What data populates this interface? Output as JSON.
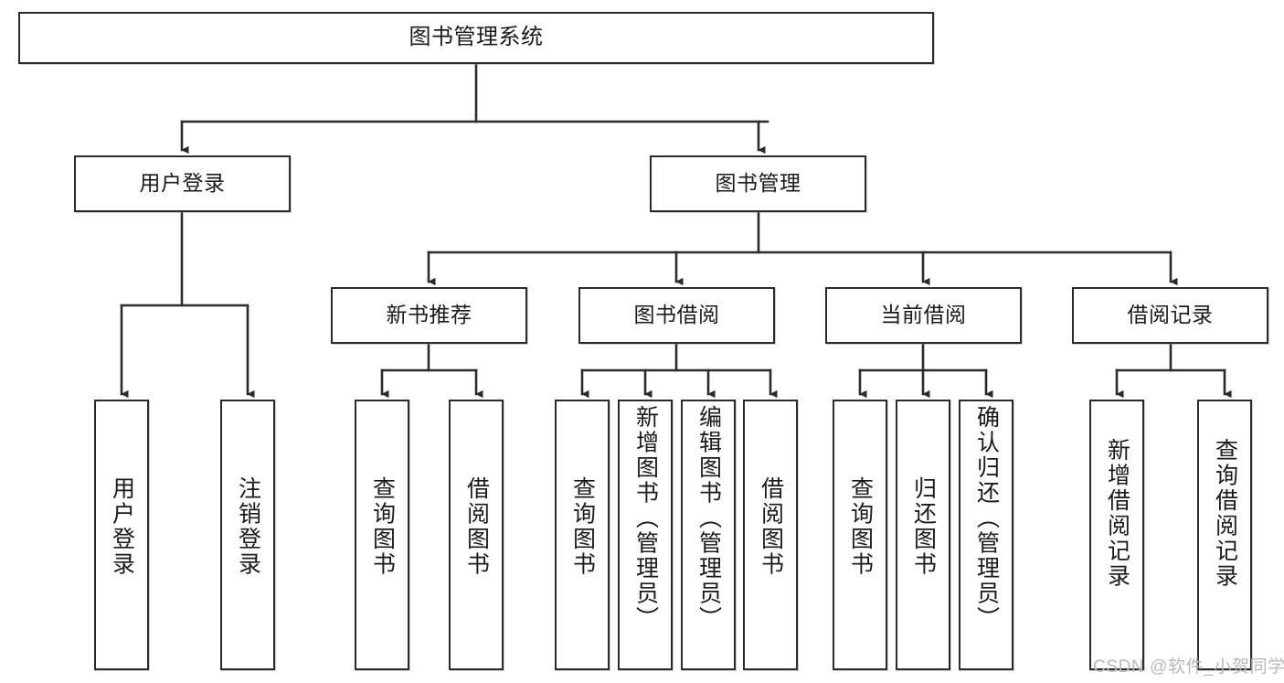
{
  "diagram": {
    "title": "图书管理系统",
    "type": "functional-structure-tree",
    "orientation": "top-down",
    "line_color": "#2b2b2b",
    "box_fill": "#ffffff",
    "text_color": "#1a1a1a"
  },
  "watermark": {
    "text": "CSDN @软件_小贺同学",
    "color": "#b9b9b9"
  },
  "nodes": {
    "root": {
      "label": "图书管理系统",
      "level": 1
    },
    "l2": [
      {
        "id": "user-login",
        "label": "用户登录",
        "level": 2
      },
      {
        "id": "book-manage",
        "label": "图书管理",
        "level": 2
      }
    ],
    "l3": [
      {
        "id": "new-book-recommend",
        "label": "新书推荐",
        "level": 3,
        "parent": "book-manage"
      },
      {
        "id": "book-borrow",
        "label": "图书借阅",
        "level": 3,
        "parent": "book-manage"
      },
      {
        "id": "current-borrow",
        "label": "当前借阅",
        "level": 3,
        "parent": "book-manage"
      },
      {
        "id": "borrow-record",
        "label": "借阅记录",
        "level": 3,
        "parent": "book-manage"
      }
    ],
    "leaves": [
      {
        "id": "leaf-user-login",
        "label": "用户登录",
        "parent": "user-login"
      },
      {
        "id": "leaf-logout",
        "label": "注销登录",
        "parent": "user-login"
      },
      {
        "id": "leaf-query-book-1",
        "label": "查询图书",
        "parent": "new-book-recommend"
      },
      {
        "id": "leaf-borrow-book-1",
        "label": "借阅图书",
        "parent": "new-book-recommend"
      },
      {
        "id": "leaf-query-book-2",
        "label": "查询图书",
        "parent": "book-borrow"
      },
      {
        "id": "leaf-add-book",
        "label": "新增图书（管理员）",
        "parent": "book-borrow"
      },
      {
        "id": "leaf-edit-book",
        "label": "编辑图书（管理员）",
        "parent": "book-borrow"
      },
      {
        "id": "leaf-borrow-book-2",
        "label": "借阅图书",
        "parent": "book-borrow"
      },
      {
        "id": "leaf-query-book-3",
        "label": "查询图书",
        "parent": "current-borrow"
      },
      {
        "id": "leaf-return-book",
        "label": "归还图书",
        "parent": "current-borrow"
      },
      {
        "id": "leaf-confirm-return",
        "label": "确认归还（管理员）",
        "parent": "current-borrow"
      },
      {
        "id": "leaf-add-record",
        "label": "新增借阅记录",
        "parent": "borrow-record"
      },
      {
        "id": "leaf-query-record",
        "label": "查询借阅记录",
        "parent": "borrow-record"
      }
    ]
  }
}
